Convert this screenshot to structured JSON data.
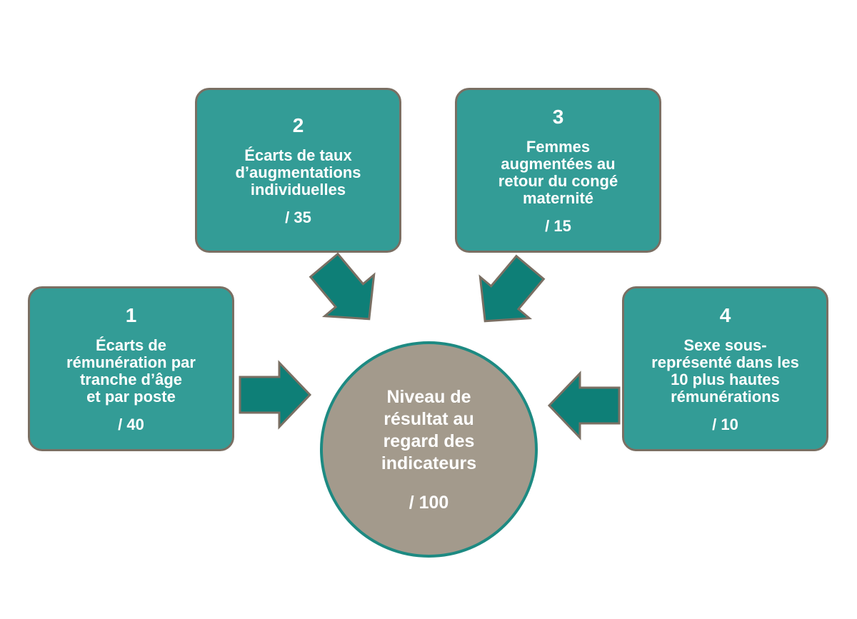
{
  "boxes": [
    {
      "number": "1",
      "text": "Écarts de\nrémunération par\ntranche d’âge\net par poste",
      "score": "/ 40"
    },
    {
      "number": "2",
      "text": "Écarts de taux\nd’augmentations\nindividuelles",
      "score": "/ 35"
    },
    {
      "number": "3",
      "text": "Femmes\naugmentées au\nretour du congé\nmaternité",
      "score": "/ 15"
    },
    {
      "number": "4",
      "text": "Sexe sous-\nreprésenté dans les\n10 plus hautes\nrémunérations",
      "score": "/ 10"
    }
  ],
  "center": {
    "text": "Niveau de\nrésultat au\nregard des\nindicateurs",
    "score": "/ 100"
  },
  "colors": {
    "box_fill": "#339c96",
    "box_border": "#7a6f63",
    "arrow_fill": "#0e7f77",
    "circle_fill": "#a39a8c",
    "circle_border": "#1d8a82"
  }
}
